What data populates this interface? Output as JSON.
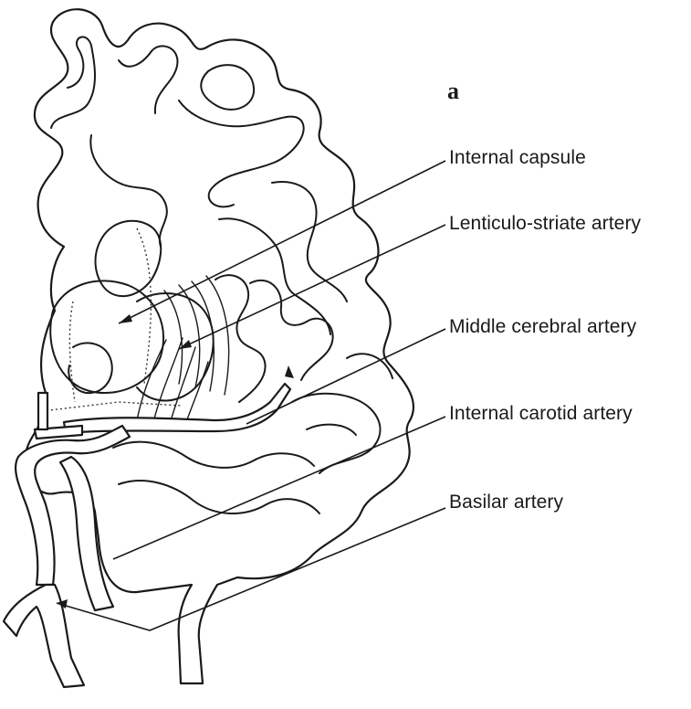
{
  "figure": {
    "panel_letter": "a",
    "labels": [
      {
        "id": "internal-capsule",
        "text": "Internal capsule"
      },
      {
        "id": "lenticulo-striate-artery",
        "text": "Lenticulo-striate artery"
      },
      {
        "id": "middle-cerebral-artery",
        "text": "Middle cerebral artery"
      },
      {
        "id": "internal-carotid-artery",
        "text": "Internal carotid artery"
      },
      {
        "id": "basilar-artery",
        "text": "Basilar artery"
      }
    ]
  }
}
